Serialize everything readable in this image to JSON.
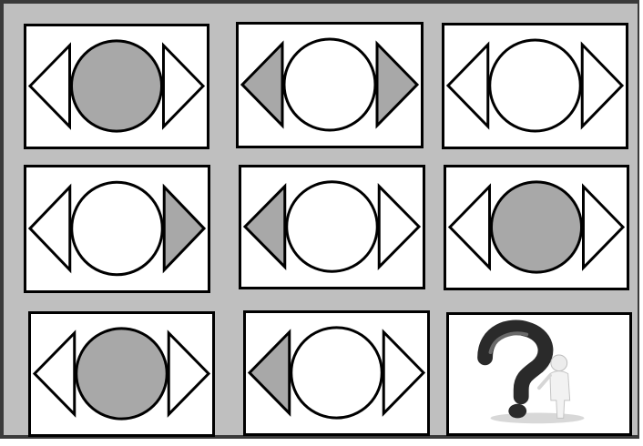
{
  "colors": {
    "frame_background": "#bfbfbf",
    "frame_border": "#3a3a3a",
    "shape_filled": "#a8a8a8",
    "shape_empty": "#ffffff",
    "stroke": "#000000"
  },
  "cells": [
    {
      "left_triangle": "empty",
      "circle": "filled",
      "right_triangle": "empty"
    },
    {
      "left_triangle": "filled",
      "circle": "empty",
      "right_triangle": "filled"
    },
    {
      "left_triangle": "empty",
      "circle": "empty",
      "right_triangle": "empty"
    },
    {
      "left_triangle": "empty",
      "circle": "empty",
      "right_triangle": "filled"
    },
    {
      "left_triangle": "filled",
      "circle": "empty",
      "right_triangle": "empty"
    },
    {
      "left_triangle": "empty",
      "circle": "filled",
      "right_triangle": "empty"
    },
    {
      "left_triangle": "empty",
      "circle": "filled",
      "right_triangle": "empty"
    },
    {
      "left_triangle": "filled",
      "circle": "empty",
      "right_triangle": "empty"
    },
    {
      "answer_icon": "question-mark-figure-icon"
    }
  ]
}
